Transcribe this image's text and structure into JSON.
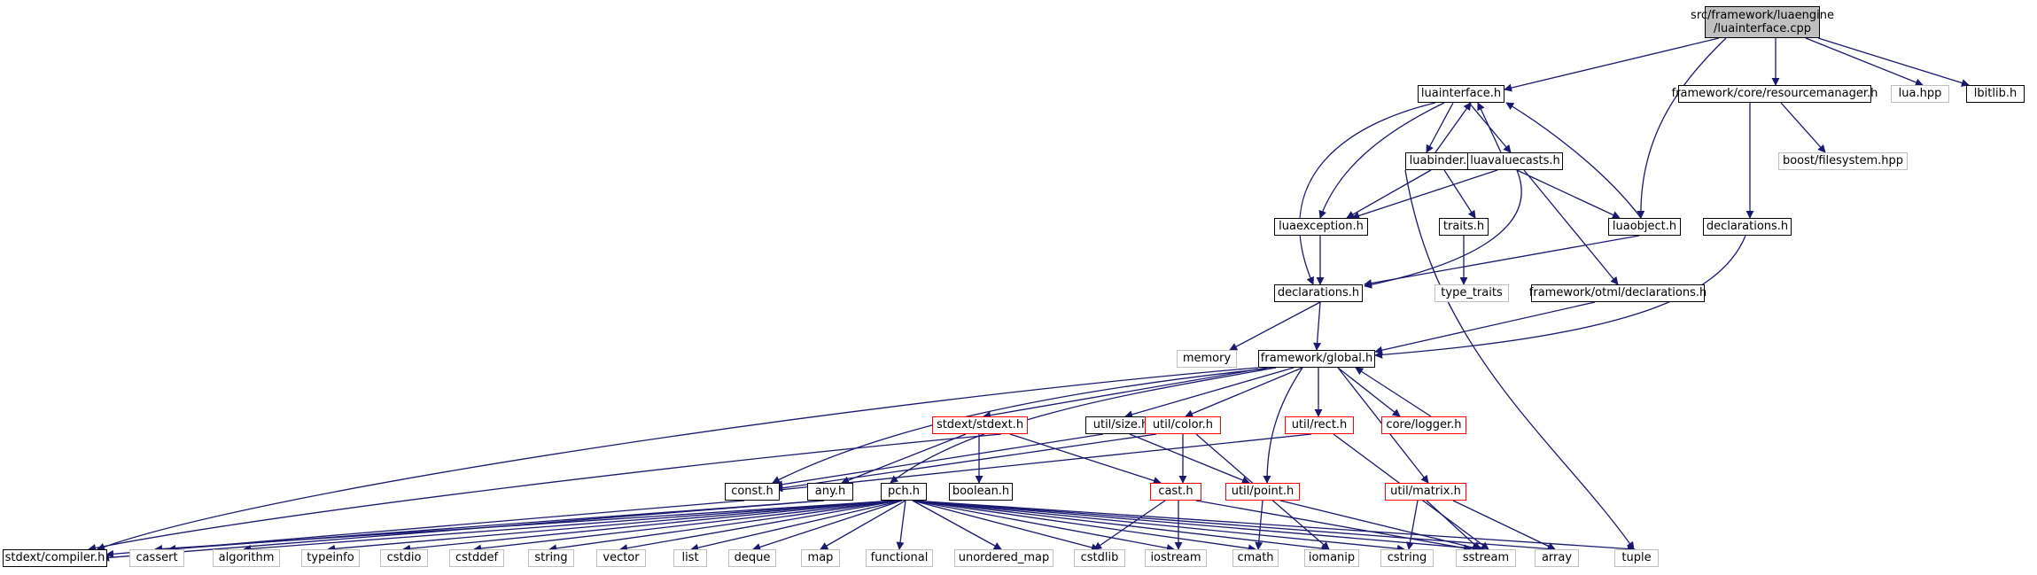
{
  "diagram": {
    "type": "include-dependency-graph",
    "edge_color": "#191970",
    "colors": {
      "root_fill": "#bfbfbf",
      "documented_border": "#000000",
      "undocumented_border": "#ff0000",
      "external_border": "#bfbfbf"
    },
    "nodes": {
      "root_line1": "src/framework/luaengine",
      "root_line2": "/luainterface.cpp",
      "luainterface_h": "luainterface.h",
      "resourcemanager_h": "framework/core/resourcemanager.h",
      "lua_hpp": "lua.hpp",
      "lbitlib_h": "lbitlib.h",
      "luabinder_h": "luabinder.h",
      "luavaluecasts_h": "luavaluecasts.h",
      "boost_filesystem_hpp": "boost/filesystem.hpp",
      "luaexception_h": "luaexception.h",
      "traits_h": "traits.h",
      "luaobject_h": "luaobject.h",
      "core_declarations_h": "declarations.h",
      "declarations_h": "declarations.h",
      "type_traits": "type_traits",
      "otml_declarations_h": "framework/otml/declarations.h",
      "memory": "memory",
      "global_h": "framework/global.h",
      "stdext_h": "stdext/stdext.h",
      "size_h": "util/size.h",
      "color_h": "util/color.h",
      "rect_h": "util/rect.h",
      "logger_h": "core/logger.h",
      "const_h": "const.h",
      "any_h": "any.h",
      "pch_h": "pch.h",
      "boolean_h": "boolean.h",
      "cast_h": "cast.h",
      "point_h": "util/point.h",
      "matrix_h": "util/matrix.h",
      "compiler_h": "stdext/compiler.h",
      "cassert": "cassert",
      "algorithm": "algorithm",
      "typeinfo": "typeinfo",
      "cstdio": "cstdio",
      "cstddef": "cstddef",
      "string": "string",
      "vector": "vector",
      "list": "list",
      "deque": "deque",
      "map": "map",
      "functional": "functional",
      "unordered_map": "unordered_map",
      "cstdlib": "cstdlib",
      "iostream": "iostream",
      "cmath": "cmath",
      "iomanip": "iomanip",
      "cstring": "cstring",
      "sstream": "sstream",
      "array": "array",
      "tuple": "tuple"
    }
  }
}
